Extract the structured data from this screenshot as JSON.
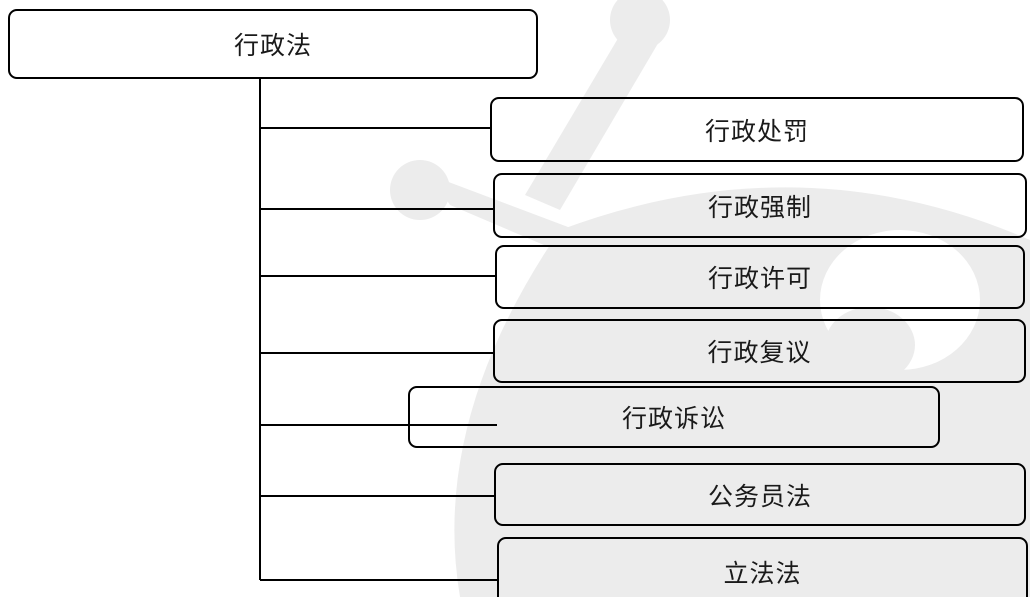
{
  "diagram": {
    "root": {
      "label": "行政法"
    },
    "children": [
      {
        "label": "行政处罚"
      },
      {
        "label": "行政强制"
      },
      {
        "label": "行政许可"
      },
      {
        "label": "行政复议"
      },
      {
        "label": "行政诉讼"
      },
      {
        "label": "公务员法"
      },
      {
        "label": "立法法"
      }
    ]
  },
  "colors": {
    "line": "#000000",
    "watermark": "#e6e6e6"
  }
}
